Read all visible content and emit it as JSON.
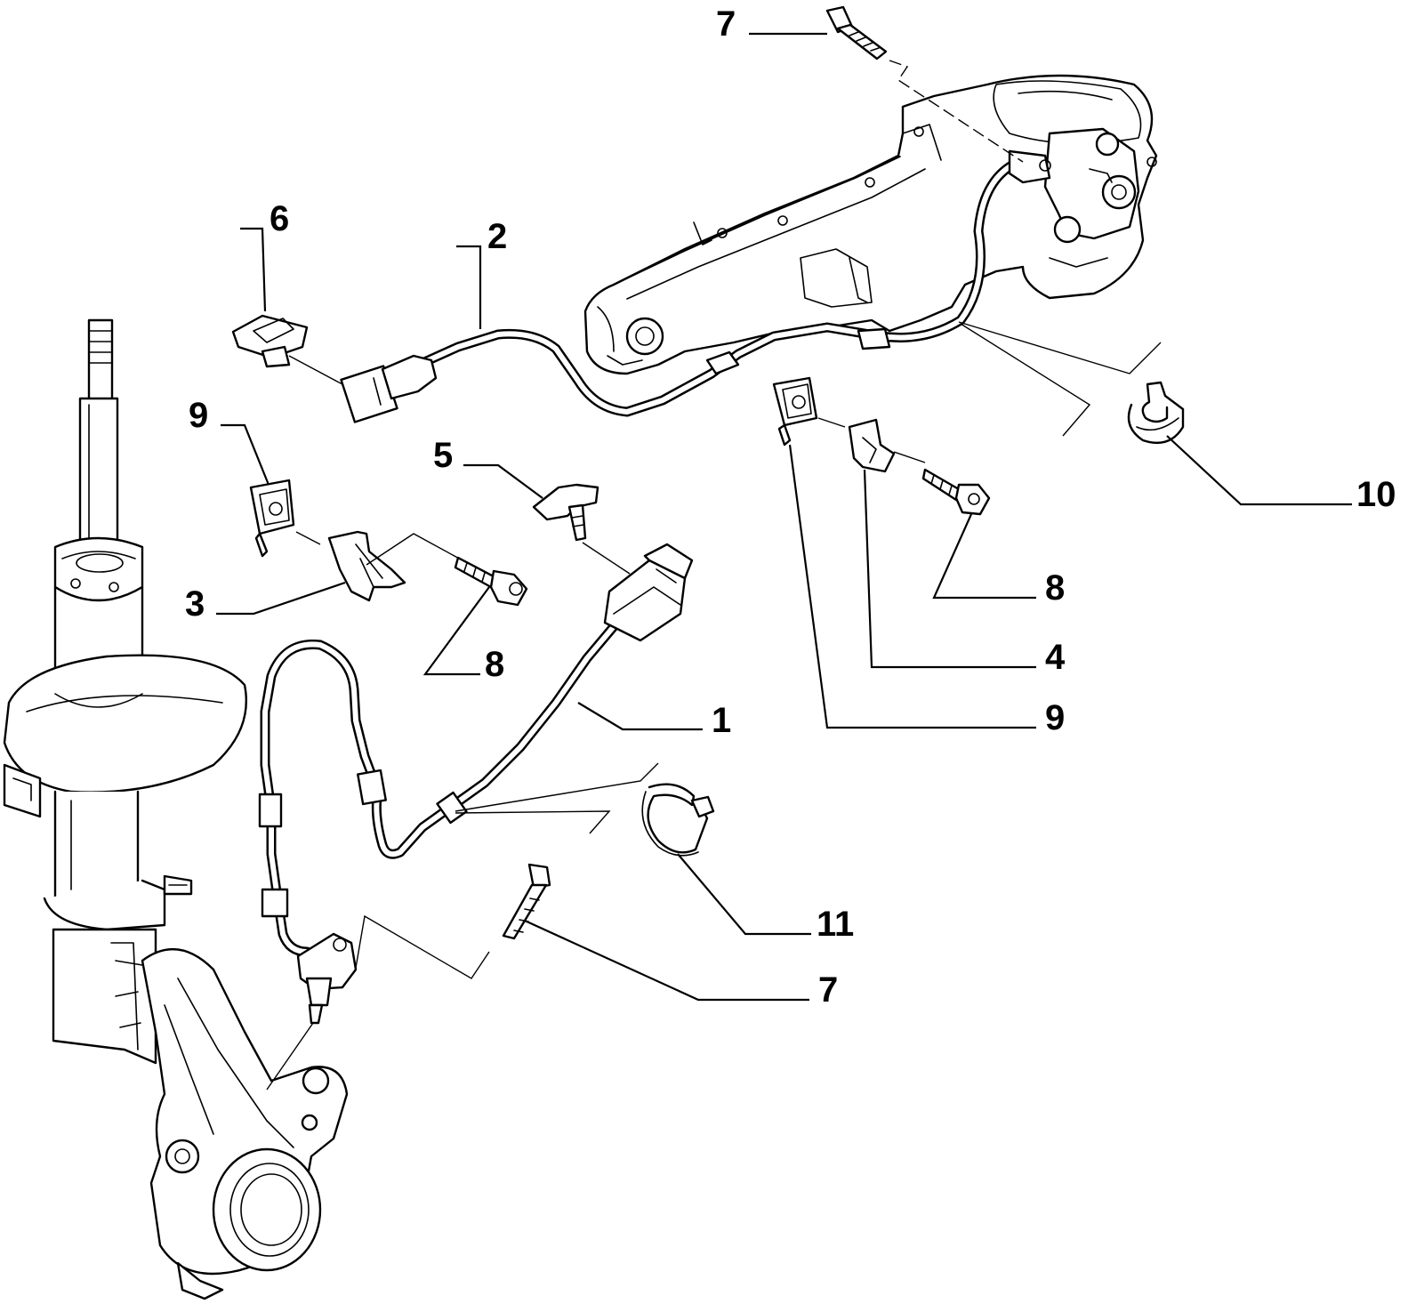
{
  "callouts": [
    {
      "id": "c1",
      "label": "1"
    },
    {
      "id": "c2",
      "label": "2"
    },
    {
      "id": "c3",
      "label": "3"
    },
    {
      "id": "c4",
      "label": "4"
    },
    {
      "id": "c5",
      "label": "5"
    },
    {
      "id": "c6",
      "label": "6"
    },
    {
      "id": "c7a",
      "label": "7"
    },
    {
      "id": "c7b",
      "label": "7"
    },
    {
      "id": "c8a",
      "label": "8"
    },
    {
      "id": "c8b",
      "label": "8"
    },
    {
      "id": "c9a",
      "label": "9"
    },
    {
      "id": "c9b",
      "label": "9"
    },
    {
      "id": "c10",
      "label": "10"
    },
    {
      "id": "c11",
      "label": "11"
    }
  ]
}
